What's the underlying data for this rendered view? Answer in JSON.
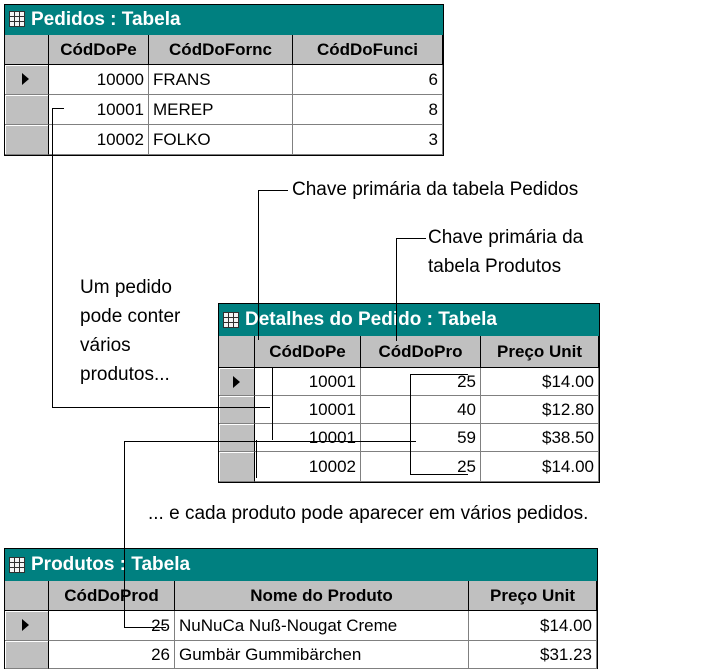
{
  "pedidos": {
    "title": "Pedidos : Tabela",
    "columns": [
      "CódDoPe",
      "CódDoFornc",
      "CódDoFunci"
    ],
    "rows": [
      [
        "10000",
        "FRANS",
        "6"
      ],
      [
        "10001",
        "MEREP",
        "8"
      ],
      [
        "10002",
        "FOLKO",
        "3"
      ]
    ]
  },
  "detalhes": {
    "title": "Detalhes do Pedido : Tabela",
    "columns": [
      "CódDoPe",
      "CódDoPro",
      "Preço Unit"
    ],
    "rows": [
      [
        "10001",
        "25",
        "$14.00"
      ],
      [
        "10001",
        "40",
        "$12.80"
      ],
      [
        "10001",
        "59",
        "$38.50"
      ],
      [
        "10002",
        "25",
        "$14.00"
      ]
    ]
  },
  "produtos": {
    "title": "Produtos : Tabela",
    "columns": [
      "CódDoProd",
      "Nome do Produto",
      "Preço Unit"
    ],
    "rows": [
      [
        "25",
        "NuNuCa Nuß-Nougat Creme",
        "$14.00"
      ],
      [
        "26",
        "Gumbär Gummibärchen",
        "$31.23"
      ]
    ]
  },
  "annotations": {
    "pk_pedidos": "Chave primária da tabela Pedidos",
    "pk_produtos_line1": "Chave primária da",
    "pk_produtos_line2": "tabela Produtos",
    "um_pedido_line1": "Um pedido",
    "um_pedido_line2": "pode conter",
    "um_pedido_line3": "vários",
    "um_pedido_line4": "produtos...",
    "cada_produto": "... e cada produto pode aparecer em vários pedidos."
  },
  "icons": {
    "table_icon": "table-grid-icon",
    "record_pointer": "record-selector-arrow-icon"
  },
  "colors": {
    "titlebar": "#008080",
    "header": "#c0c0c0"
  }
}
